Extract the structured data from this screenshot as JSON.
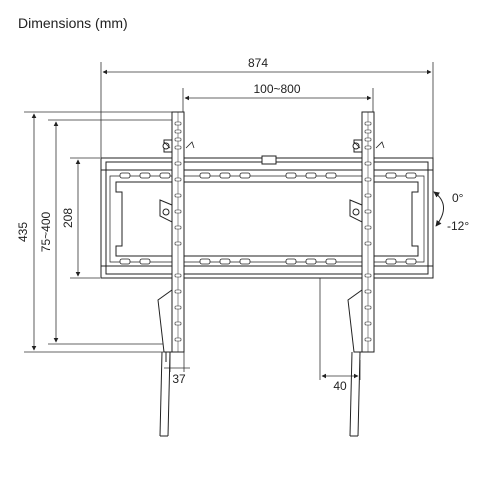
{
  "title": "Dimensions (mm)",
  "dimensions": {
    "overall_width": "874",
    "vesa_horizontal": "100~800",
    "overall_height": "435",
    "vesa_vertical": "75~400",
    "plate_height": "208",
    "depth_min": "37",
    "depth_max": "40"
  },
  "tilt": {
    "upper": "0°",
    "lower": "-12°"
  }
}
